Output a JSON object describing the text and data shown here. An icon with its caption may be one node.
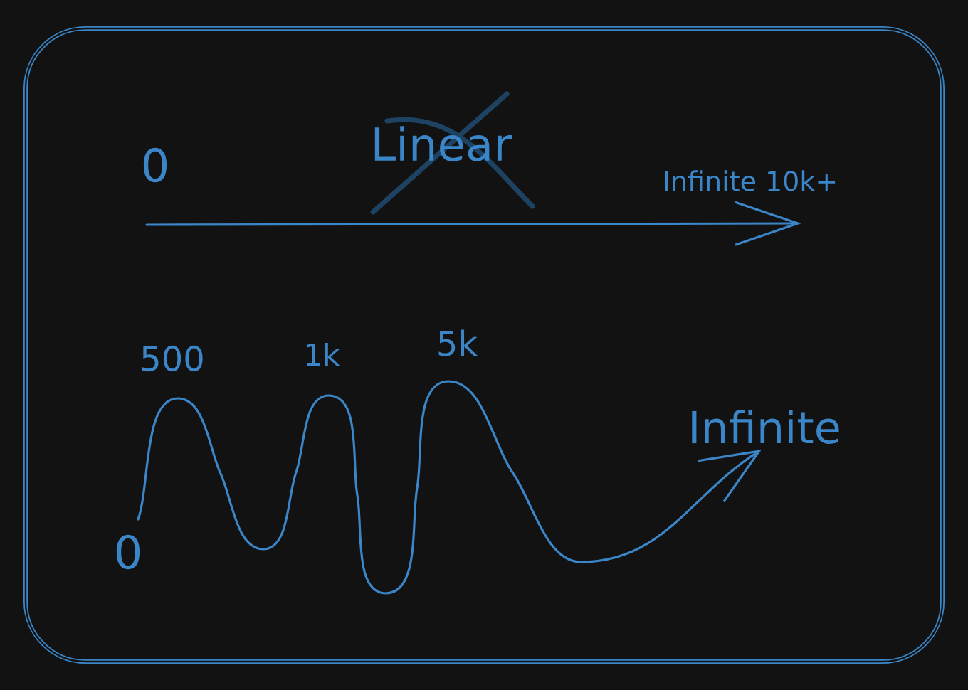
{
  "diagram": {
    "nodes": [
      {
        "text": [
          "0"
        ]
      },
      {
        "text": [
          "Infinite 10k+"
        ]
      },
      {
        "text": [
          "Infinite"
        ]
      },
      {
        "text": [
          "0"
        ]
      }
    ],
    "edges": [
      {
        "from": 0,
        "to": 1,
        "arrow": "to"
      },
      {
        "from": 3,
        "to": 2,
        "arrow": "to"
      }
    ],
    "labels": [
      "Linear",
      "500",
      "1k",
      "5k"
    ]
  }
}
